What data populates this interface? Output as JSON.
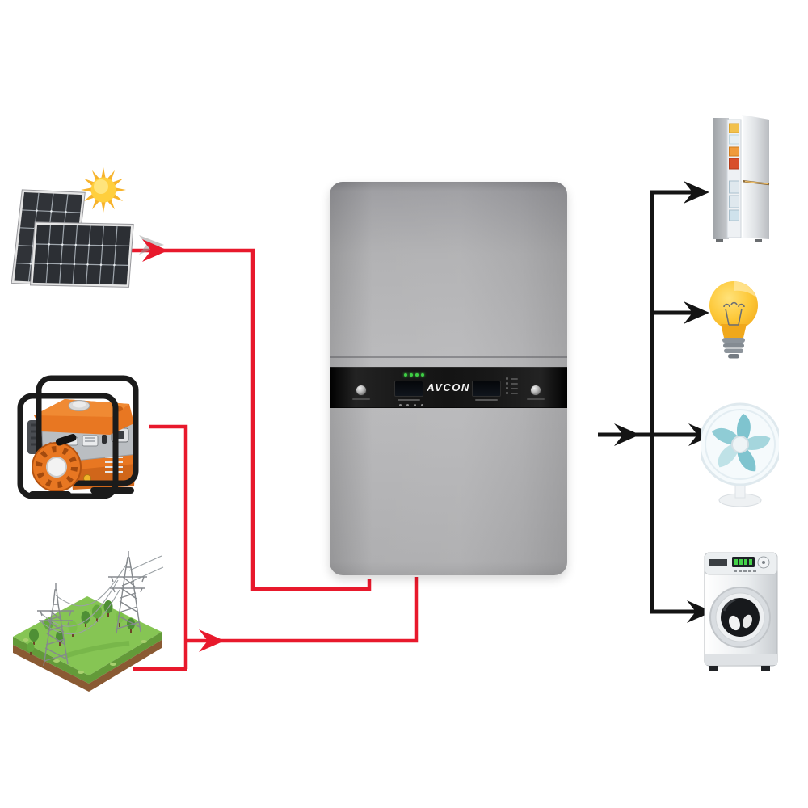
{
  "diagram": {
    "inverter": {
      "brand": "AVCON",
      "status_led_count": 4,
      "indicator_count": 4
    },
    "sources": [
      {
        "name": "solar-panels"
      },
      {
        "name": "generator"
      },
      {
        "name": "power-grid"
      }
    ],
    "loads": [
      {
        "name": "refrigerator"
      },
      {
        "name": "light-bulb"
      },
      {
        "name": "table-fan"
      },
      {
        "name": "washing-machine"
      }
    ],
    "colors": {
      "source_line": "#e8192c",
      "load_line": "#141414",
      "led_green": "#3ecf44",
      "sun_yellow": "#f7b32b",
      "generator_orange": "#e87722",
      "grass_green": "#86c554"
    }
  }
}
